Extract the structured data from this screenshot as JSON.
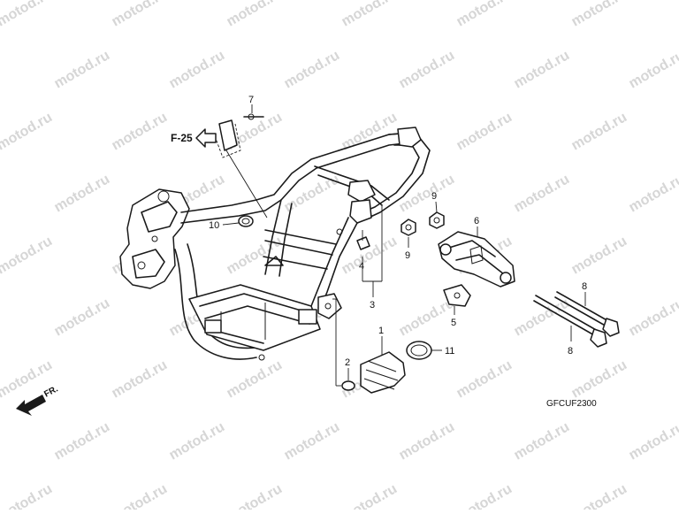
{
  "watermark": "motod.ru",
  "diagram_code": "GFCUF2300",
  "reference": "F-25",
  "front_marker": "FR.",
  "callouts": {
    "c1": "1",
    "c2": "2",
    "c3": "3",
    "c4": "4",
    "c5": "5",
    "c6": "6",
    "c7": "7",
    "c8a": "8",
    "c8b": "8",
    "c9a": "9",
    "c9b": "9",
    "c10": "10",
    "c11": "11"
  },
  "colors": {
    "line": "#1a1a1a",
    "watermark": "#d6d6d6",
    "background": "#ffffff"
  }
}
